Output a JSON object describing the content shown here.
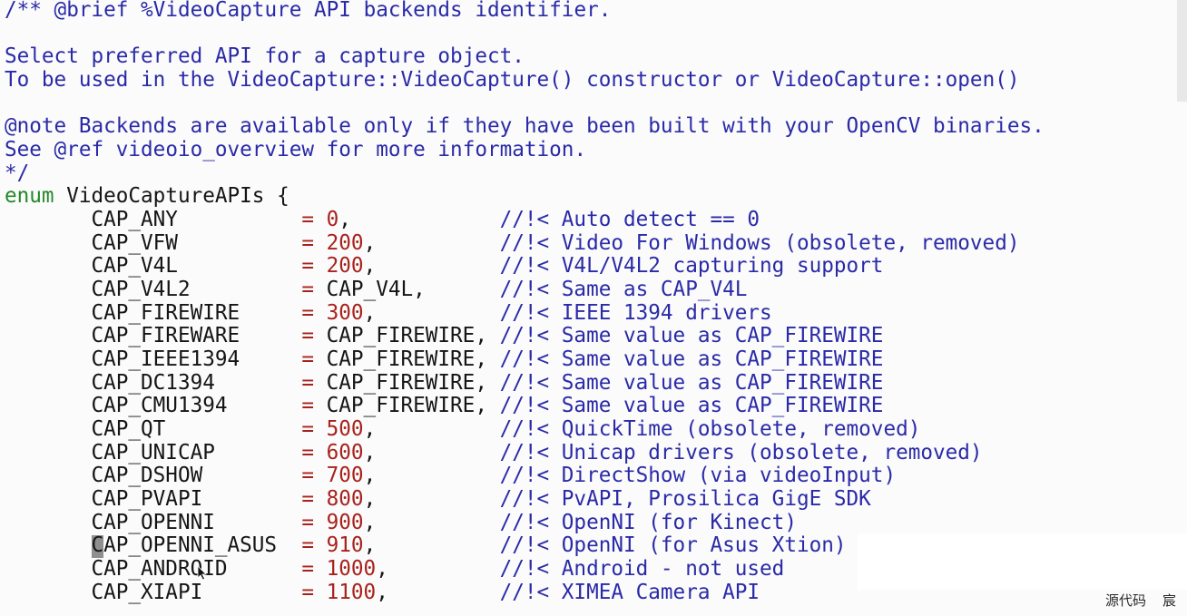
{
  "colors": {
    "background": "#fbfbfb",
    "comment": "#2a2aa8",
    "keyword": "#24882a",
    "number": "#a8221c",
    "operator": "#a8221c",
    "identifier": "#151515"
  },
  "editor": {
    "doc_comment_lines": [
      "/** @brief %VideoCapture API backends identifier.",
      "",
      "Select preferred API for a capture object.",
      "To be used in the VideoCapture::VideoCapture() constructor or VideoCapture::open()",
      "",
      "@note Backends are available only if they have been built with your OpenCV binaries.",
      "See @ref videoio_overview for more information.",
      "*/"
    ],
    "enum_keyword": "enum",
    "enum_name": "VideoCaptureAPIs",
    "open_brace": "{",
    "assign_operator": "=",
    "separator": ",",
    "entries": [
      {
        "name": "CAP_ANY",
        "value": "0",
        "comment": "//!< Auto detect == 0"
      },
      {
        "name": "CAP_VFW",
        "value": "200",
        "comment": "//!< Video For Windows (obsolete, removed)"
      },
      {
        "name": "CAP_V4L",
        "value": "200",
        "comment": "//!< V4L/V4L2 capturing support"
      },
      {
        "name": "CAP_V4L2",
        "value": "CAP_V4L",
        "comment": "//!< Same as CAP_V4L"
      },
      {
        "name": "CAP_FIREWIRE",
        "value": "300",
        "comment": "//!< IEEE 1394 drivers"
      },
      {
        "name": "CAP_FIREWARE",
        "value": "CAP_FIREWIRE",
        "comment": "//!< Same value as CAP_FIREWIRE"
      },
      {
        "name": "CAP_IEEE1394",
        "value": "CAP_FIREWIRE",
        "comment": "//!< Same value as CAP_FIREWIRE"
      },
      {
        "name": "CAP_DC1394",
        "value": "CAP_FIREWIRE",
        "comment": "//!< Same value as CAP_FIREWIRE"
      },
      {
        "name": "CAP_CMU1394",
        "value": "CAP_FIREWIRE",
        "comment": "//!< Same value as CAP_FIREWIRE"
      },
      {
        "name": "CAP_QT",
        "value": "500",
        "comment": "//!< QuickTime (obsolete, removed)"
      },
      {
        "name": "CAP_UNICAP",
        "value": "600",
        "comment": "//!< Unicap drivers (obsolete, removed)"
      },
      {
        "name": "CAP_DSHOW",
        "value": "700",
        "comment": "//!< DirectShow (via videoInput)"
      },
      {
        "name": "CAP_PVAPI",
        "value": "800",
        "comment": "//!< PvAPI, Prosilica GigE SDK"
      },
      {
        "name": "CAP_OPENNI",
        "value": "900",
        "comment": "//!< OpenNI (for Kinect)"
      },
      {
        "name": "CAP_OPENNI_ASUS",
        "value": "910",
        "comment": "//!< OpenNI (for Asus Xtion)"
      },
      {
        "name": "CAP_ANDROID",
        "value": "1000",
        "comment": "//!< Android - not used"
      },
      {
        "name": "CAP_XIAPI",
        "value": "1100",
        "comment": "//!< XIMEA Camera API"
      }
    ]
  },
  "watermark": {
    "text_left": "源代码",
    "text_right": "宸"
  }
}
